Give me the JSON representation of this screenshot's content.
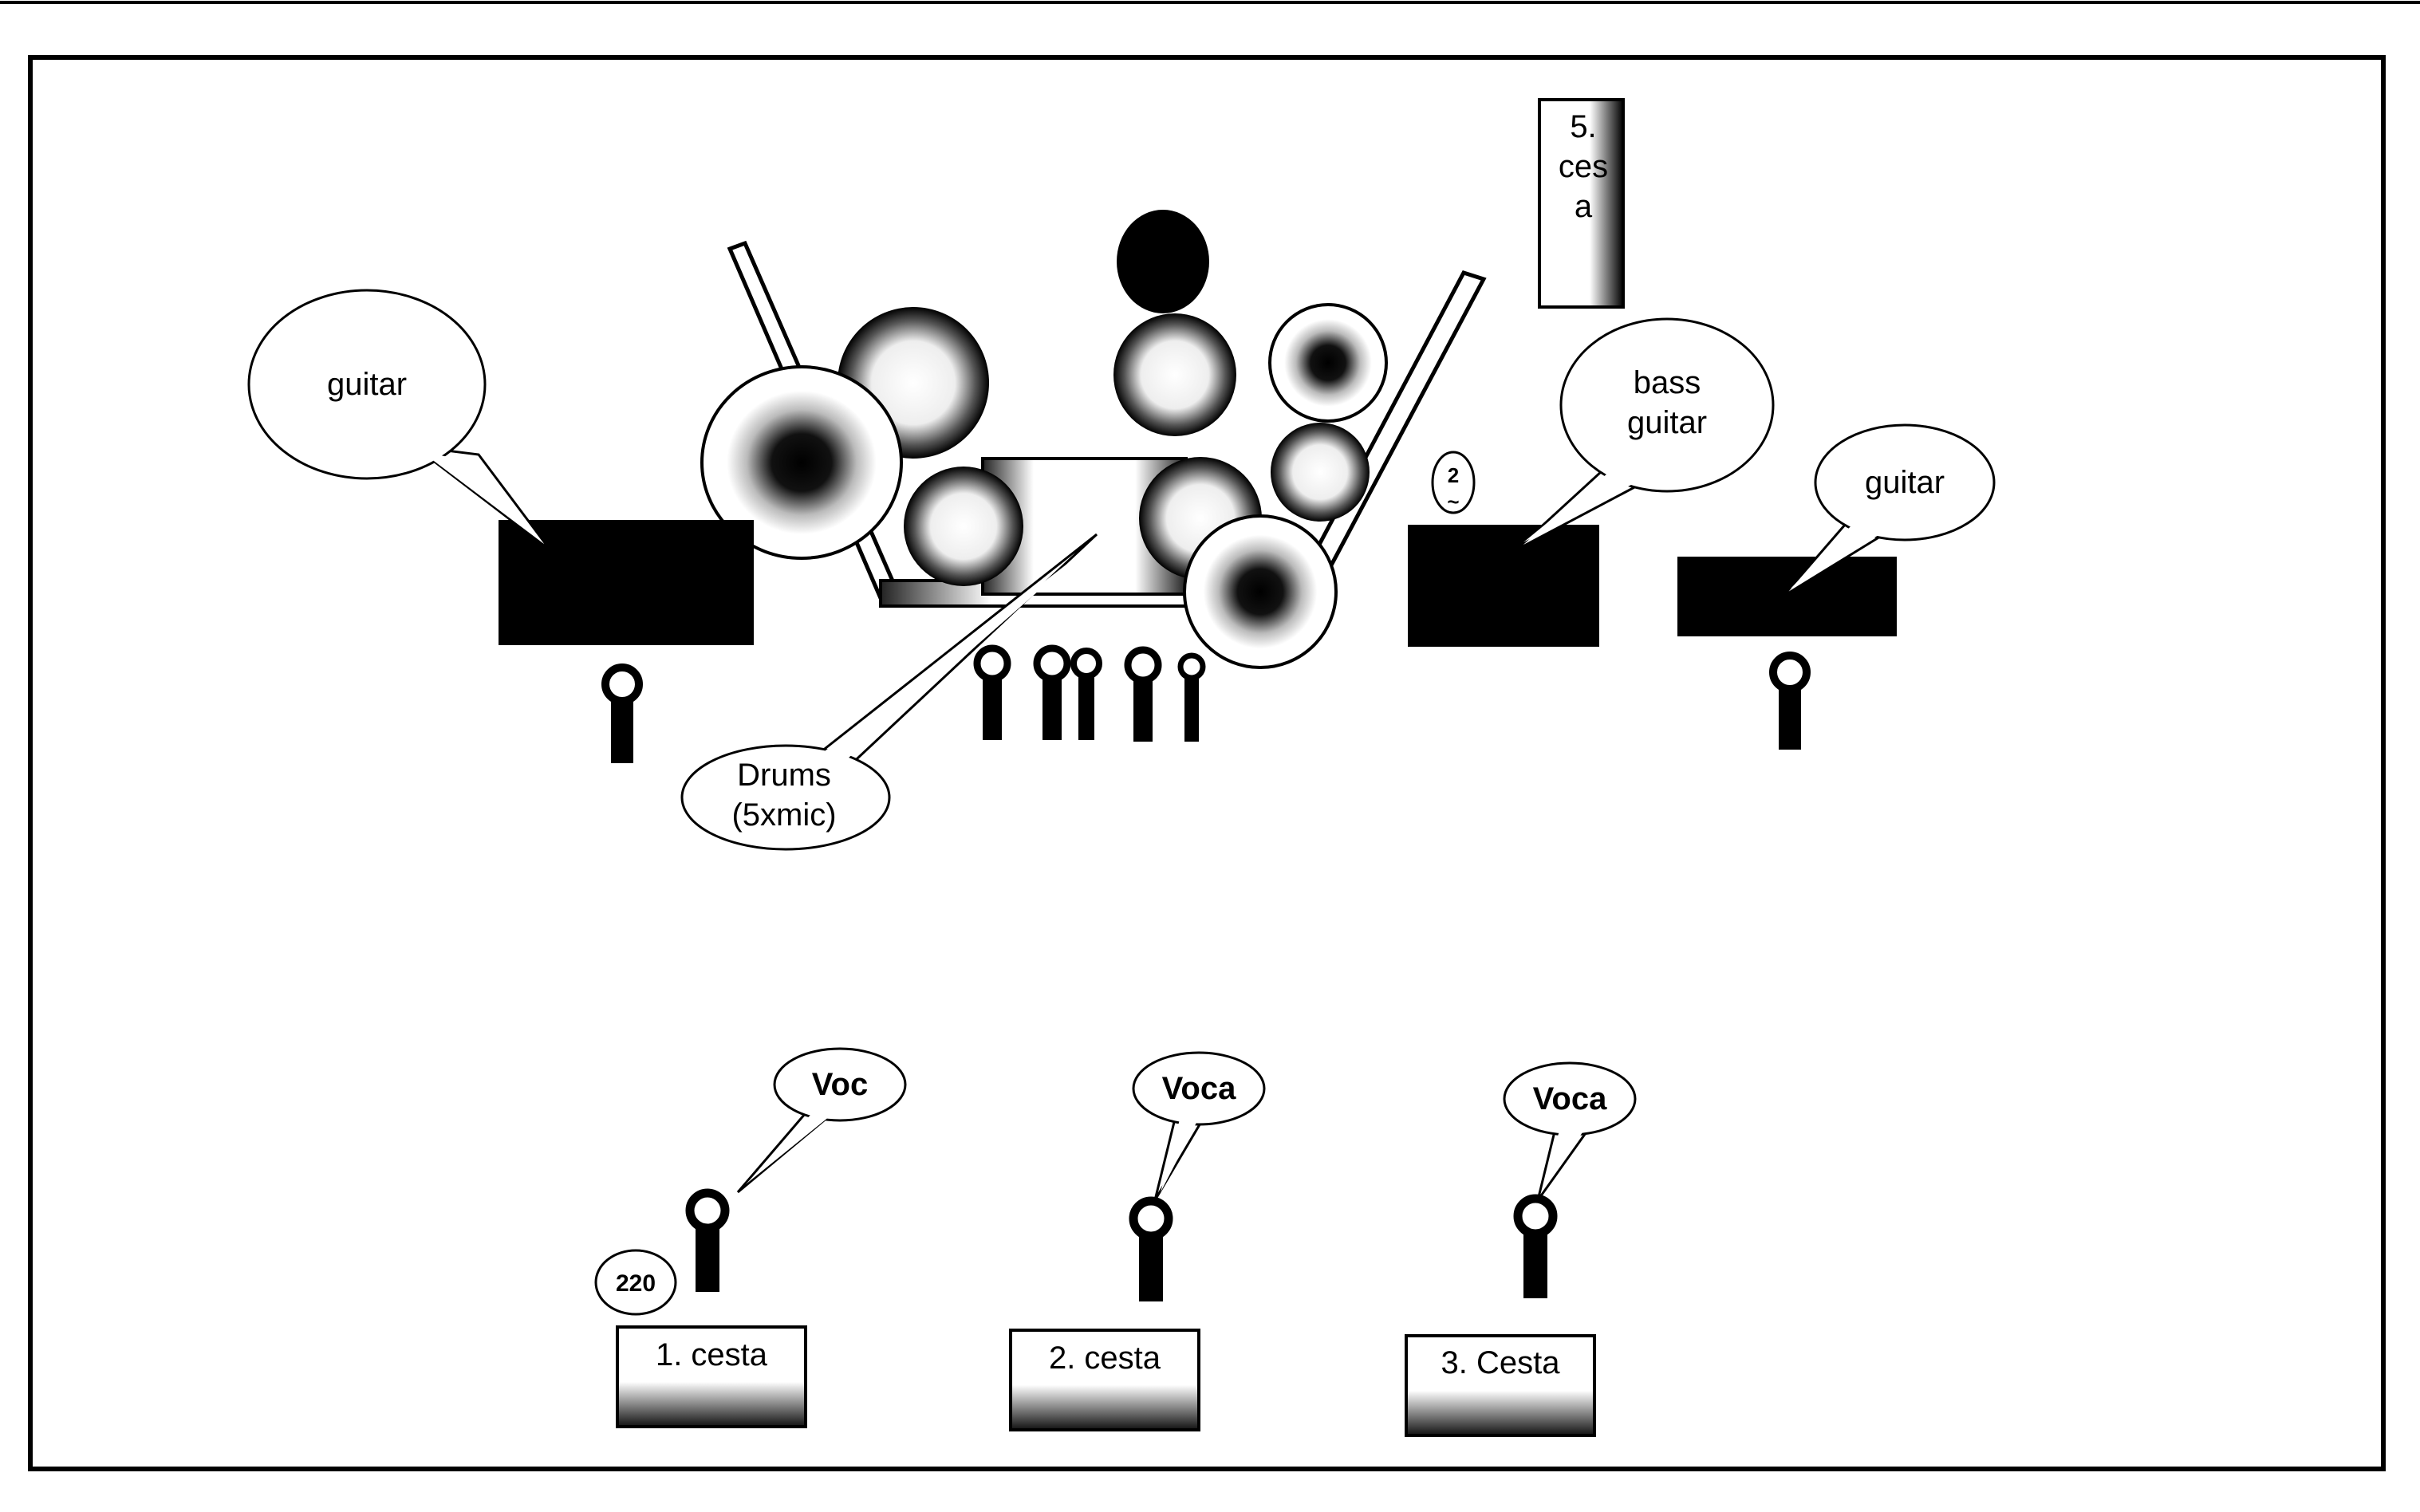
{
  "diagram": {
    "labels": {
      "guitar_left": "guitar",
      "bass_line1": "bass",
      "bass_line2": "guitar",
      "guitar_right": "guitar",
      "drums_line1": "Drums",
      "drums_line2": "(5xmic)",
      "vocal_1": "Voc",
      "vocal_2": "Voca",
      "vocal_3": "Voca",
      "power_220": "220",
      "small_2": "2",
      "small_2b": "~",
      "cesta_1": "1. cesta",
      "cesta_2": "2. cesta",
      "cesta_3": "3. Cesta",
      "cesta_5_line1": "5.",
      "cesta_5_line2": "ces",
      "cesta_5_line3": "a"
    }
  }
}
